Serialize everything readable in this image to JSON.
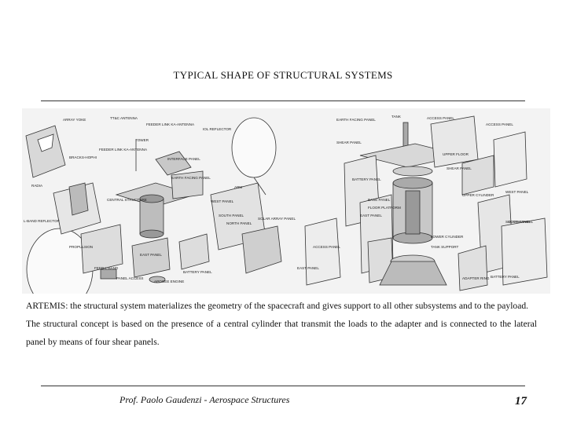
{
  "slide": {
    "title": "TYPICAL SHAPE OF STRUCTURAL SYSTEMS",
    "paragraphs": [
      "ARTEMIS: the structural system materializes the geometry of the spacecraft and gives support to all other subsystems and to the payload.",
      "The structural concept is based on the presence of a central cylinder that transmit the loads to the adapter and is connected to the lateral panel by means of four shear panels."
    ],
    "footer": {
      "author": "Prof. Paolo Gaudenzi - Aerospace Structures",
      "page_number": "17"
    }
  },
  "figure": {
    "left_labels": [
      "ARRAY YOKE",
      "TT&C ANTENNA",
      "FEEDER LINK KA-ANTENNA",
      "IOL REFLECTOR",
      "TOWER",
      "FEEDER LINK KA-ANTENNA",
      "BRACKS-HOPHI",
      "INTERFACE PANEL",
      "EARTH FACING PANEL",
      "RADIA",
      "CENTRAL STRUCTURE",
      "ARM",
      "WEST PANEL",
      "SOUTH PANEL",
      "NORTH PANEL",
      "SOLAR ARRAY PANEL",
      "L-BAND REFLECTOR",
      "PROPULSION",
      "EAST PANEL",
      "BATTERY PANEL",
      "FEED L-BAND",
      "PANEL ACCESS",
      "APOGEE ENGINE"
    ],
    "right_labels": [
      "TANK",
      "ACCESS PANEL",
      "EARTH FACING PANEL",
      "ACCESS PANEL",
      "SHEAR PANEL",
      "UPPER FLOOR",
      "SHEAR PANEL",
      "BATTERY PANEL",
      "BASE PANEL",
      "UPPER CYLINDER",
      "WEST PANEL",
      "SOUTH PANEL",
      "EAST PANEL",
      "FLOOR PLATFORM",
      "LOWER CYLINDER",
      "ACCESS PANEL",
      "TANK SUPPORT",
      "EAST PANEL",
      "ADAPTER RING",
      "BATTERY PANEL",
      "SOUTH PANEL"
    ]
  }
}
